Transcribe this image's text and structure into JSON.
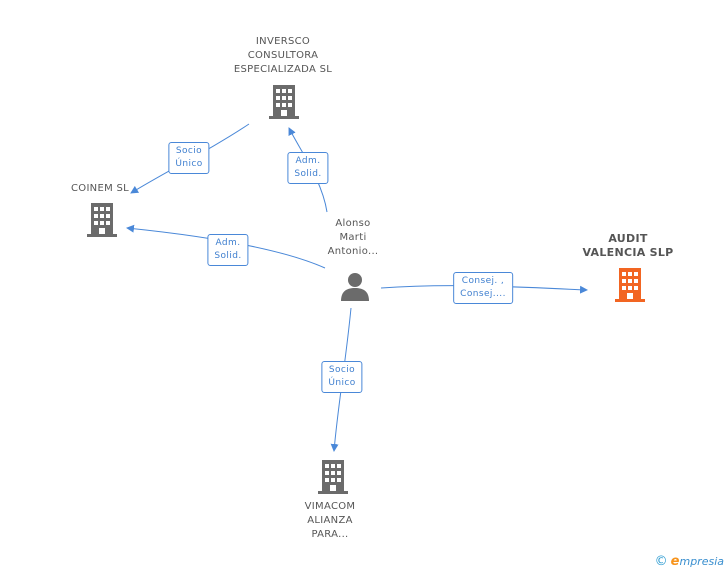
{
  "colors": {
    "edge": "#4a88d8",
    "building": "#6b6b6b",
    "building_accent": "#f26522",
    "person": "#6b6b6b"
  },
  "nodes": {
    "inversco": {
      "lines": [
        "INVERSCO",
        "CONSULTORA",
        "ESPECIALIZADA SL"
      ],
      "icon": "building-icon"
    },
    "coinem": {
      "lines": [
        "COINEM SL"
      ],
      "icon": "building-icon"
    },
    "alonso": {
      "lines": [
        "Alonso",
        "Marti",
        "Antonio..."
      ],
      "icon": "person-icon"
    },
    "audit": {
      "lines": [
        "AUDIT",
        "VALENCIA SLP"
      ],
      "icon": "building-icon"
    },
    "vimacom": {
      "lines": [
        "VIMACOM",
        "ALIANZA",
        "PARA..."
      ],
      "icon": "building-icon"
    }
  },
  "edges": {
    "alonso_inversco": {
      "lines": [
        "Adm.",
        "Solid."
      ]
    },
    "inversco_coinem": {
      "lines": [
        "Socio",
        "Único"
      ]
    },
    "alonso_coinem": {
      "lines": [
        "Adm.",
        "Solid."
      ]
    },
    "alonso_audit": {
      "lines": [
        "Consej. ,",
        "Consej...."
      ]
    },
    "alonso_vimacom": {
      "lines": [
        "Socio",
        "Único"
      ]
    }
  },
  "footer": {
    "copyright": "©",
    "brand_initial": "e",
    "brand_rest": "mpresia"
  }
}
